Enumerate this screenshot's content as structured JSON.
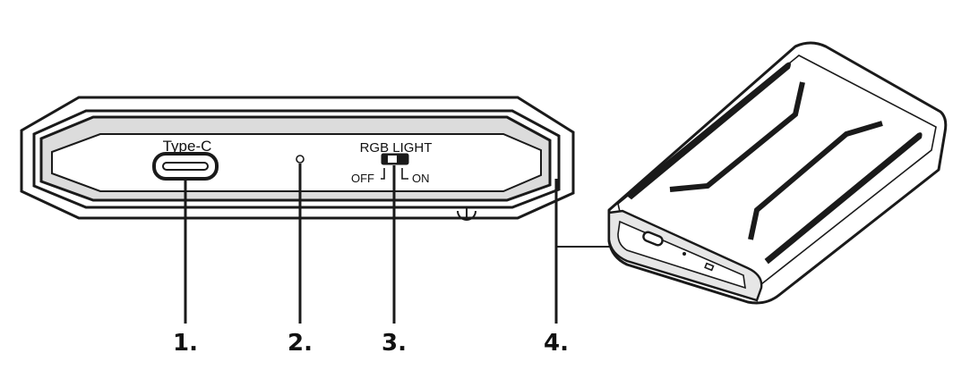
{
  "front_panel": {
    "port_label": "Type-C",
    "rgb_label": "RGB LIGHT",
    "switch_off": "OFF",
    "switch_on": "ON"
  },
  "callouts": [
    {
      "number": "1."
    },
    {
      "number": "2."
    },
    {
      "number": "3."
    },
    {
      "number": "4."
    }
  ]
}
